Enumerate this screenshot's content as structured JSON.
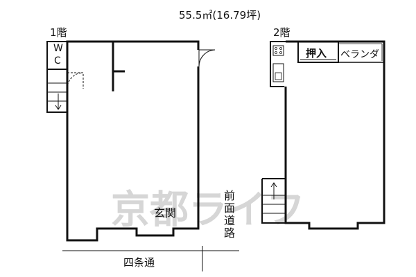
{
  "area_label": "55.5㎡(16.79坪)",
  "floor1": {
    "title": "1階",
    "wc_label_w": "W",
    "wc_label_c": "C",
    "entrance_label": "玄関"
  },
  "floor2": {
    "title": "2階",
    "closet_label": "押入",
    "balcony_label": "ベランダ"
  },
  "roads": {
    "front_road_label": "前面道路",
    "street_label": "四条通"
  },
  "watermark_text": "京都ライフ",
  "colors": {
    "wall": "#111111",
    "watermark": "#d6d6d6"
  }
}
